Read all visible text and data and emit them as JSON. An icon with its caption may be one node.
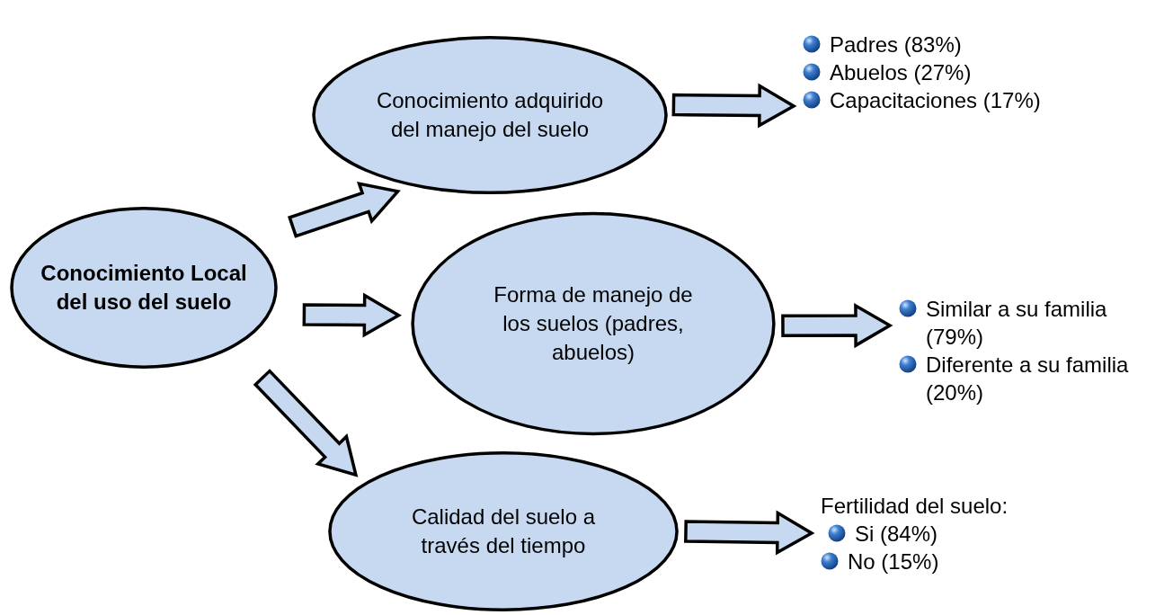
{
  "diagram": {
    "nodes": [
      {
        "text": [
          "Conocimiento Local del uso del suelo"
        ]
      },
      {
        "text": [
          "Conocimiento adquirido del manejo del suelo"
        ]
      },
      {
        "text": [
          "Forma de manejo de los suelos (padres, abuelos)"
        ]
      },
      {
        "text": [
          "Calidad del suelo a través del tiempo"
        ]
      },
      {
        "text": [
          "Padres (83%)",
          "Abuelos (27%)",
          "Capacitaciones (17%)"
        ]
      },
      {
        "text": [
          "Similar a su familia (79%)",
          "Diferente a su familia (20%)"
        ]
      },
      {
        "text": [
          "Fertilidad del suelo:",
          "Si (84%)",
          "No (15%)"
        ]
      }
    ],
    "edges": [
      {
        "from": 0,
        "to": 1,
        "arrow": "to"
      },
      {
        "from": 0,
        "to": 2,
        "arrow": "to"
      },
      {
        "from": 0,
        "to": 3,
        "arrow": "to"
      },
      {
        "from": 1,
        "to": 4,
        "arrow": "to"
      },
      {
        "from": 2,
        "to": 5,
        "arrow": "to"
      },
      {
        "from": 3,
        "to": 6,
        "arrow": "to"
      }
    ]
  }
}
